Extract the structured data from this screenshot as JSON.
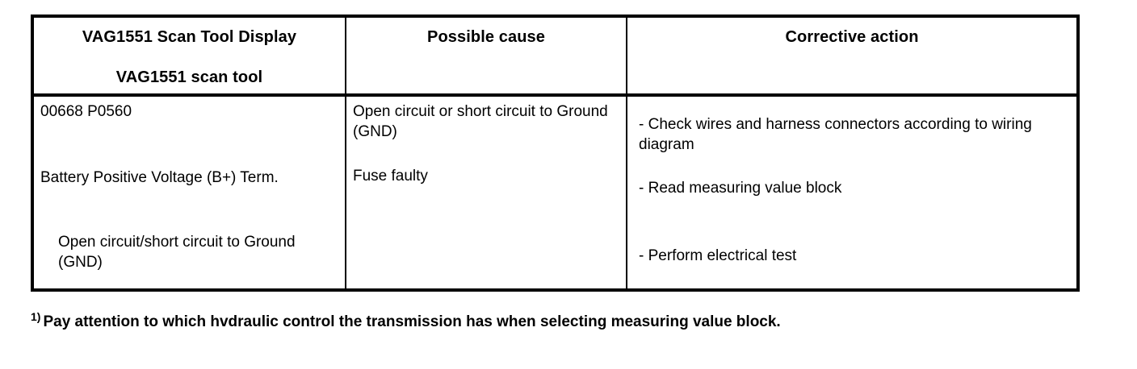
{
  "table": {
    "headers": [
      {
        "line1": "VAG1551 Scan Tool Display",
        "line2": "VAG1551 scan tool"
      },
      {
        "line1": "Possible cause",
        "line2": ""
      },
      {
        "line1": "Corrective action",
        "line2": ""
      }
    ],
    "rows": [
      {
        "display": {
          "code": "00668 P0560",
          "component": "Battery Positive Voltage (B+) Term.",
          "fault": "Open circuit/short circuit to Ground (GND)"
        },
        "possible_cause": {
          "cause1": "Open circuit or short circuit to Ground (GND)",
          "cause2": "Fuse faulty"
        },
        "corrective_action": {
          "action1": "- Check wires and harness connectors according to wiring diagram",
          "action2": "- Read measuring value block",
          "action3": "- Perform electrical test"
        }
      }
    ]
  },
  "footnote": {
    "marker": "1)",
    "text": "Pay attention to which hvdraulic control the transmission has when selecting measuring value block."
  }
}
